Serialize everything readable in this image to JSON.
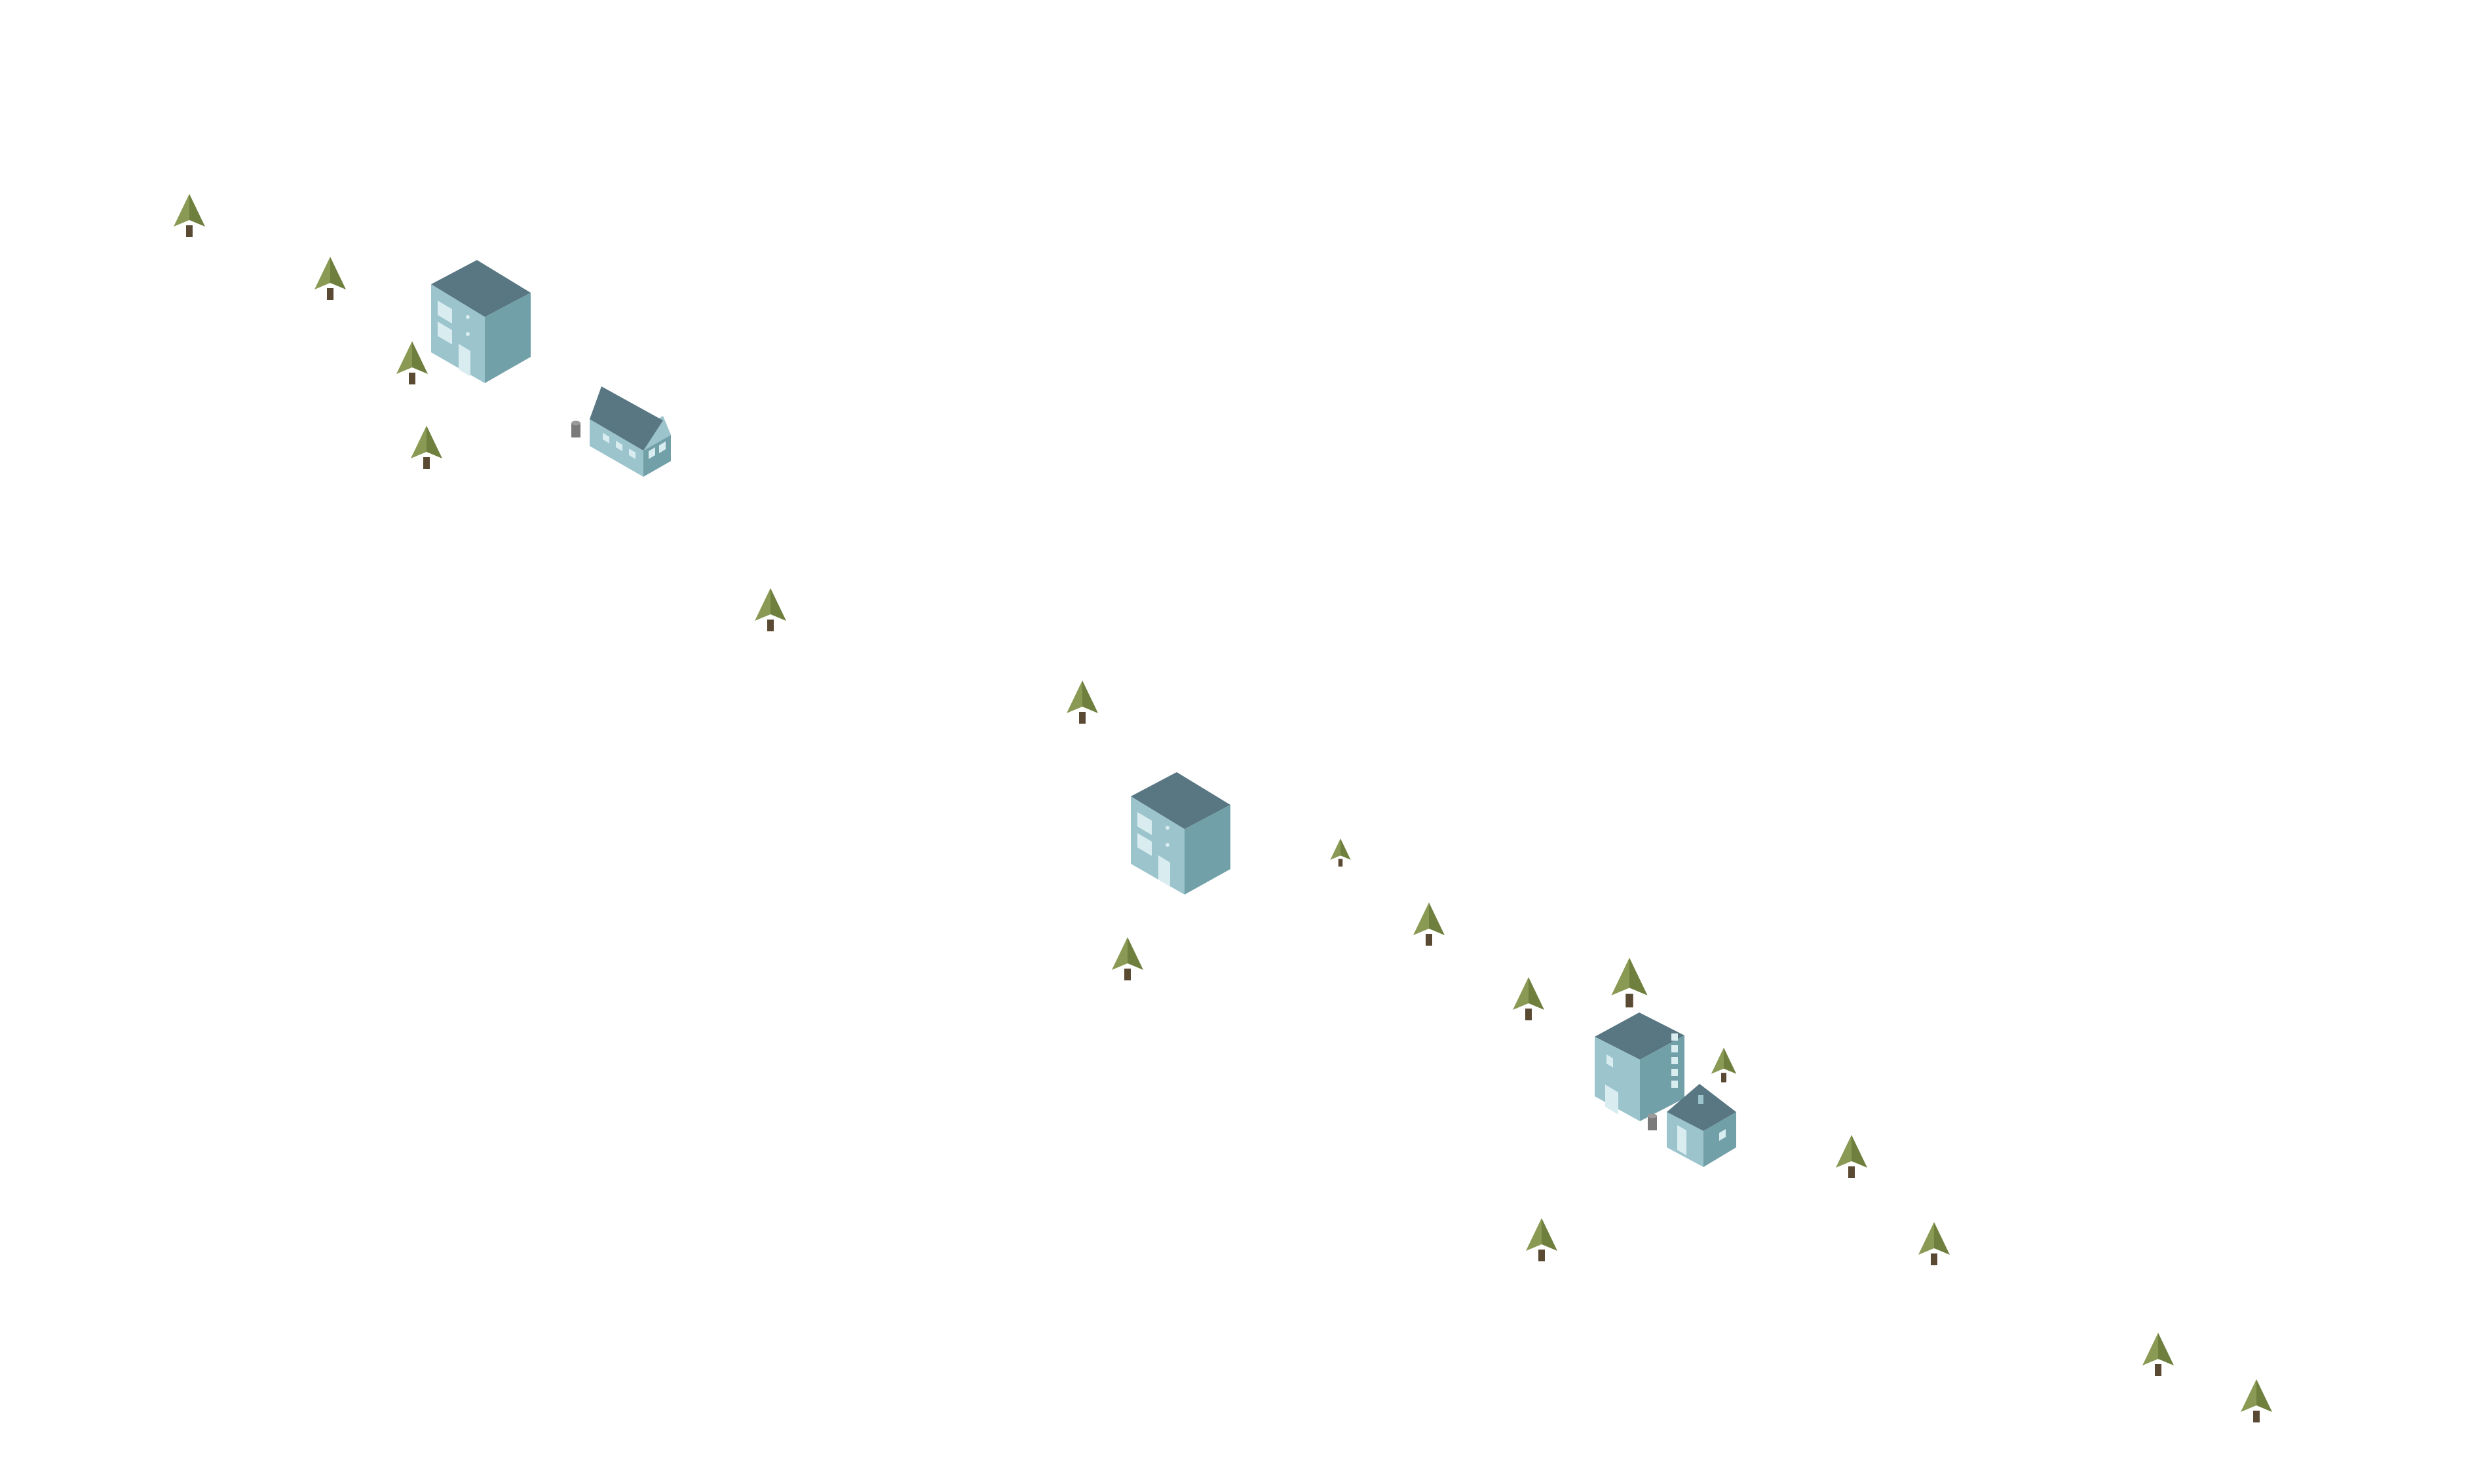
{
  "scene": {
    "background": "#ffffff",
    "colors": {
      "roof": "#587782",
      "wall_left": "#9cc4cd",
      "wall_right": "#72a0a9",
      "window": "#d9edf1",
      "tree_light": "#8a9a55",
      "tree_dark": "#6f7f3e",
      "trunk": "#5b4a33",
      "bin": "#7a7a7a"
    },
    "trees": [
      {
        "id": "tree-1",
        "icon": "tree-icon"
      },
      {
        "id": "tree-2",
        "icon": "tree-icon"
      },
      {
        "id": "tree-3",
        "icon": "tree-icon"
      },
      {
        "id": "tree-4",
        "icon": "tree-icon"
      },
      {
        "id": "tree-5",
        "icon": "tree-icon"
      },
      {
        "id": "tree-6",
        "icon": "tree-icon"
      },
      {
        "id": "tree-7",
        "icon": "tree-icon"
      },
      {
        "id": "tree-8",
        "icon": "tree-icon"
      },
      {
        "id": "tree-9",
        "icon": "tree-icon"
      },
      {
        "id": "tree-10",
        "icon": "tree-icon"
      },
      {
        "id": "tree-11",
        "icon": "tree-icon"
      },
      {
        "id": "tree-12",
        "icon": "tree-icon"
      },
      {
        "id": "tree-13",
        "icon": "tree-icon"
      },
      {
        "id": "tree-14",
        "icon": "tree-icon"
      },
      {
        "id": "tree-15",
        "icon": "tree-icon"
      },
      {
        "id": "tree-16",
        "icon": "tree-icon"
      },
      {
        "id": "tree-17",
        "icon": "tree-icon"
      },
      {
        "id": "tree-18",
        "icon": "tree-icon"
      },
      {
        "id": "tree-19",
        "icon": "tree-icon"
      }
    ],
    "buildings": [
      {
        "id": "cube-house-1",
        "icon": "cube-house-icon"
      },
      {
        "id": "gable-house-1",
        "icon": "gable-house-icon"
      },
      {
        "id": "cube-house-2",
        "icon": "cube-house-icon"
      },
      {
        "id": "tall-building-1",
        "icon": "tall-building-icon"
      },
      {
        "id": "small-house-1",
        "icon": "small-house-icon"
      }
    ],
    "props": [
      {
        "id": "trash-bin-1",
        "icon": "trash-bin-icon"
      },
      {
        "id": "trash-bin-2",
        "icon": "trash-bin-icon"
      }
    ]
  }
}
